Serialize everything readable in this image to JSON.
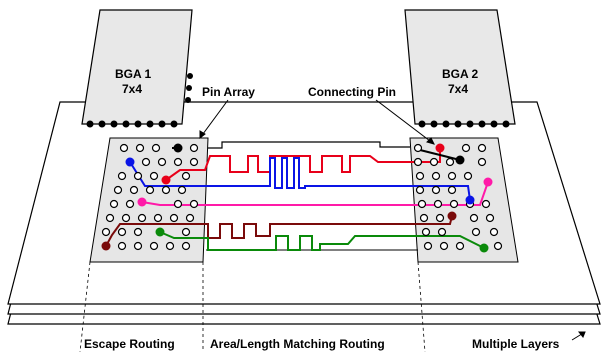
{
  "labels": {
    "bga1_name": "BGA 1",
    "bga1_size": "7x4",
    "bga2_name": "BGA 2",
    "bga2_size": "7x4",
    "pin_array": "Pin Array",
    "connecting_pin": "Connecting Pin",
    "escape_routing": "Escape Routing",
    "area_length_matching": "Area/Length Matching Routing",
    "multiple_layers": "Multiple Layers"
  },
  "colors": {
    "red": "#e8001a",
    "blue": "#0a14e6",
    "magenta": "#ff1aa8",
    "maroon": "#7a0a0a",
    "green": "#0a8a0a",
    "black": "#000000"
  }
}
